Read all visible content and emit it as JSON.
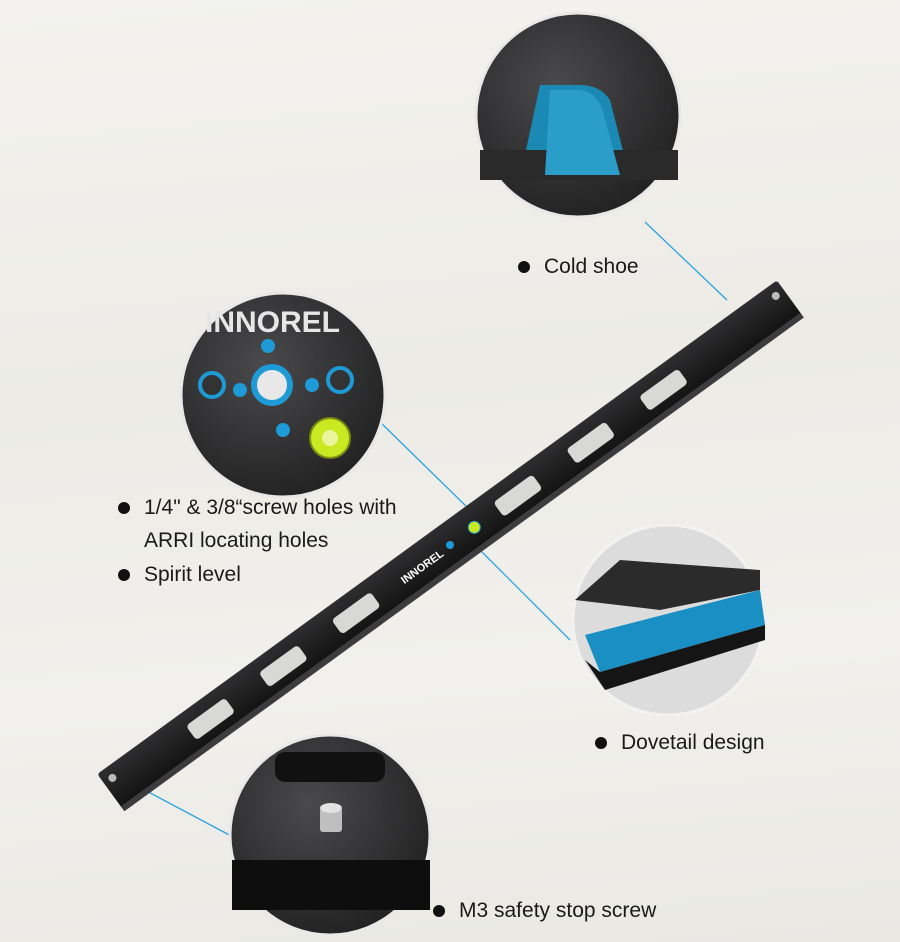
{
  "brand": "INNOREL",
  "accent_color": "#1e9ad6",
  "callouts": {
    "cold_shoe": "Cold shoe",
    "screw_holes_line1": "1/4\" & 3/8“screw holes with",
    "screw_holes_line2": "ARRI locating holes",
    "spirit_level": "Spirit level",
    "dovetail": "Dovetail design",
    "safety_screw": "M3 safety stop screw"
  }
}
